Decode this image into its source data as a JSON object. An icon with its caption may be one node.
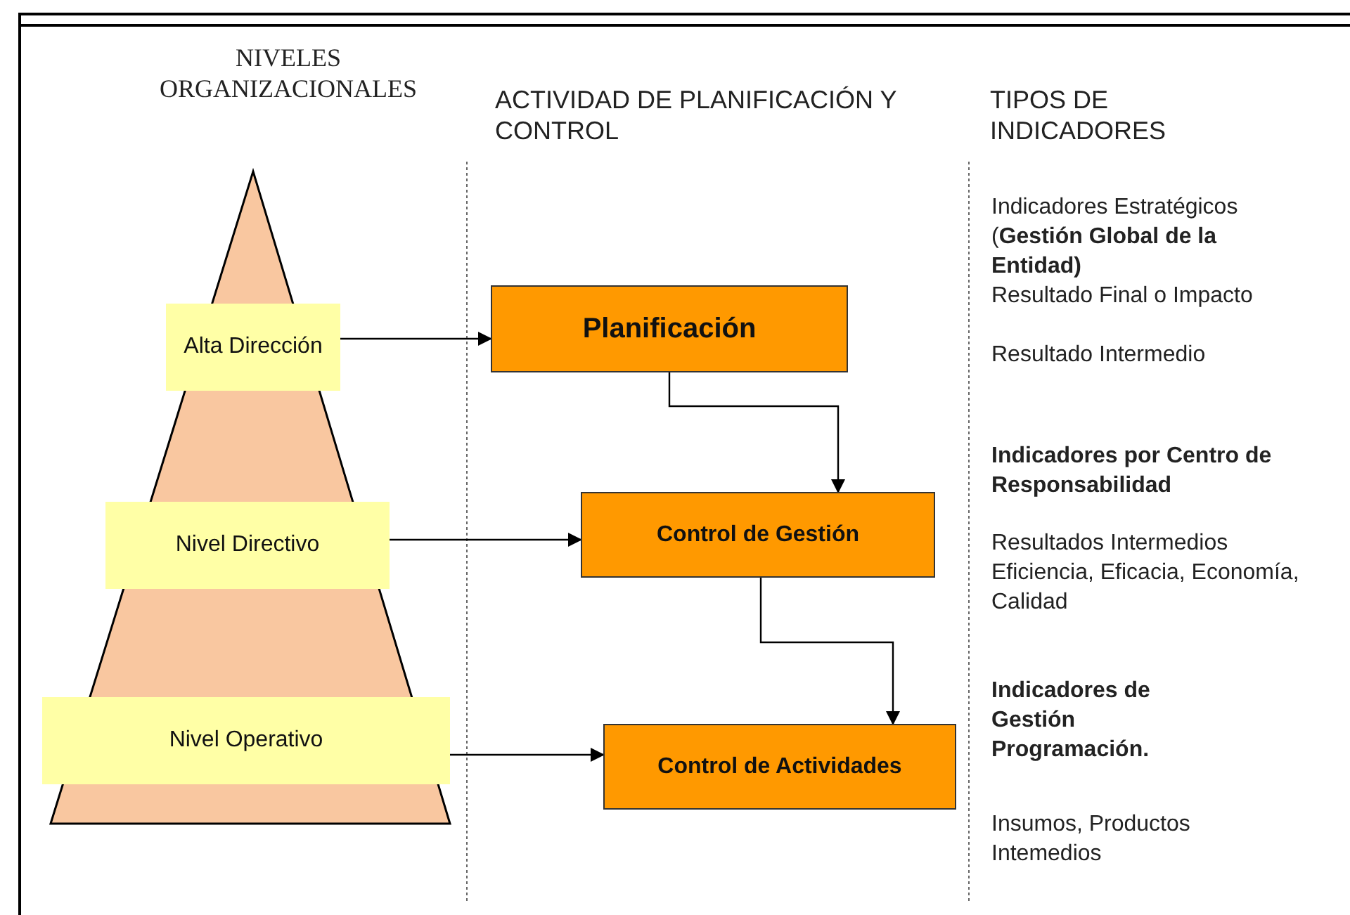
{
  "diagram": {
    "nodes": [
      {
        "text": [
          "Alta Dirección"
        ]
      },
      {
        "text": [
          "Nivel Directivo"
        ]
      },
      {
        "text": [
          "Nivel Operativo"
        ]
      },
      {
        "text": [
          "Planificación"
        ]
      },
      {
        "text": [
          "Control de Gestión"
        ]
      },
      {
        "text": [
          "Control de Actividades"
        ]
      }
    ],
    "edges": [
      {
        "from": 0,
        "to": 3,
        "arrow": "to"
      },
      {
        "from": 1,
        "to": 4,
        "arrow": "to"
      },
      {
        "from": 2,
        "to": 5,
        "arrow": "to"
      },
      {
        "from": 3,
        "to": 4,
        "arrow": "to"
      },
      {
        "from": 4,
        "to": 5,
        "arrow": "to"
      }
    ],
    "labels": [
      "NIVELES ORGANIZACIONALES",
      "ACTIVIDAD DE PLANIFICACIÓN Y CONTROL",
      "TIPOS DE INDICADORES",
      "Indicadores Estratégicos (**Gestión Global de la Entidad)**",
      "Resultado Final o Impacto",
      "Resultado Intermedio",
      "Indicadores por Centro de Responsabilidad",
      "Resultados Intermedios Eficiencia, Eficacia, Economía, Calidad",
      "Indicadores de Gestión Programación.",
      "Insumos, Productos Intemedios"
    ]
  }
}
